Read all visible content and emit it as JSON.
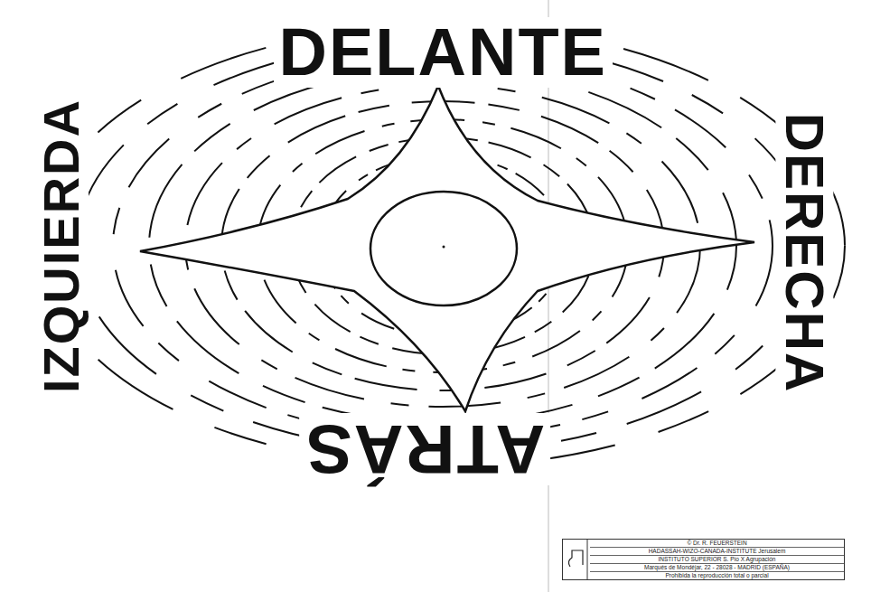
{
  "diagram": {
    "nodes": [
      {
        "text": [
          "© Dr. R. FEUERSTEIN",
          "HADASSAH-WIZO-CANADA-INSTITUTE Jerusalem",
          "INSTITUTO SUPERIOR S. Pío X Agrupación",
          "Marqués de Mondéjar, 22 - 28028 - MADRID (ESPAÑA)",
          "Prohibida la reproducción total o parcial"
        ]
      }
    ],
    "labels": [
      "DELANTE",
      "DERECHA",
      "ATRÁS",
      "IZQUIERDA"
    ]
  }
}
